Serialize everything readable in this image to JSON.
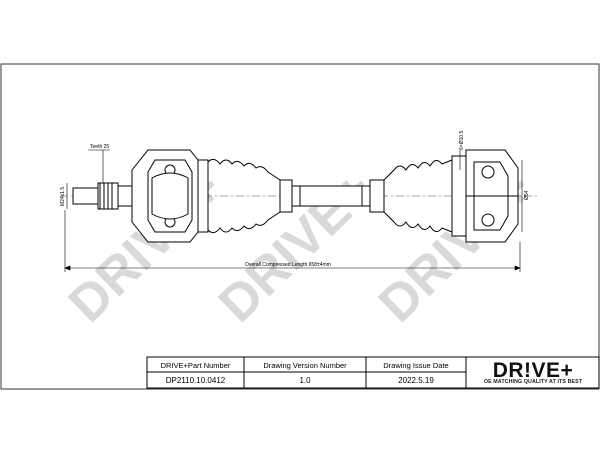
{
  "watermark": {
    "text": "DRIVE+",
    "color": "#dcdcdc"
  },
  "annotations": {
    "teeth_label": "Teeth 25",
    "diameter_left": "M24x1.5",
    "diameter_right": "Ø54",
    "teeth_right": "6=Ø10.5",
    "overall_length": "Overall Compressed Length 658±4mm"
  },
  "title_block": {
    "headers": [
      "DRIVE+Part Number",
      "Drawing Version Number",
      "Drawing Issue Date"
    ],
    "values": [
      "DP2110.10.0412",
      "1.0",
      "2022.5.19"
    ]
  },
  "logo": {
    "name": "DR!VE+",
    "tagline": "OE MATCHING QUALITY AT ITS BEST"
  }
}
